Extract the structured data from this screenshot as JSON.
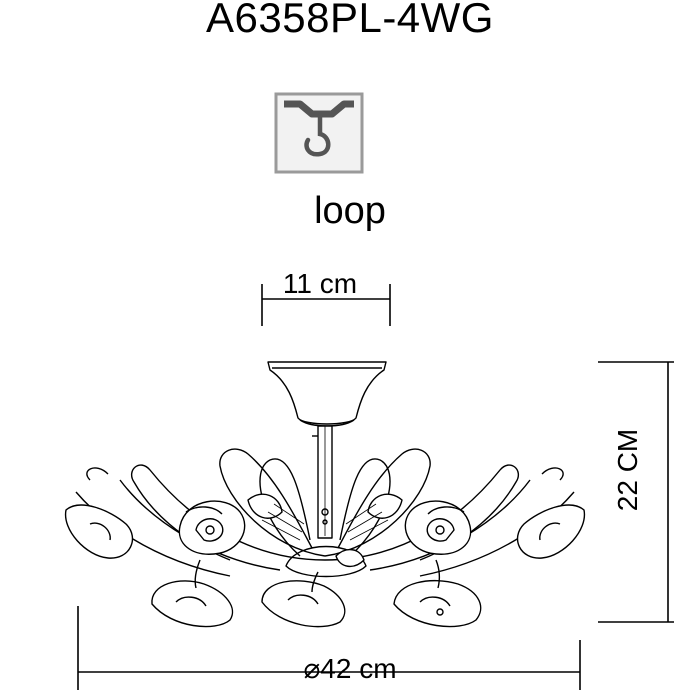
{
  "product": {
    "model": "A6358PL-4WG"
  },
  "mount": {
    "icon": "ceiling-hook-icon",
    "label": "loop"
  },
  "dimensions": {
    "canopy_width": "11 cm",
    "height": "22 CM",
    "diameter": "⌀42 cm"
  },
  "colors": {
    "line": "#000000",
    "icon_frame": "#9a9a9a",
    "icon_fill": "#f2f2f2"
  }
}
